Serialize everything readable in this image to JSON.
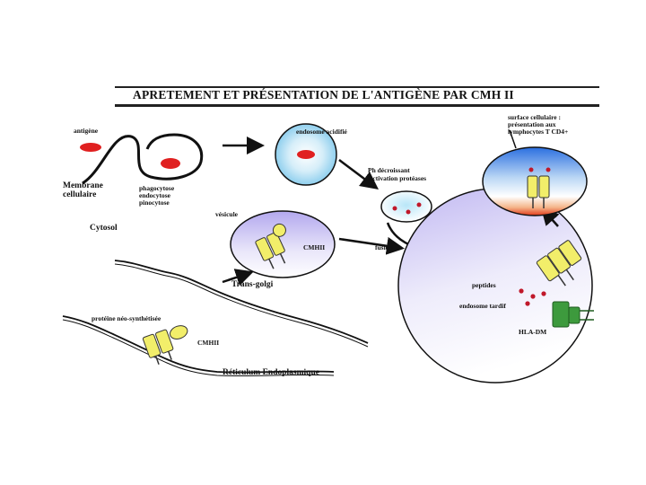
{
  "title": "APRETEMENT ET PRÉSENTATION DE L'ANTIGÈNE PAR CMH II",
  "labels": {
    "antigene": "antigène",
    "membrane_line1": "Membrane",
    "membrane_line2": "cellulaire",
    "phago_line1": "phagocytose",
    "phago_line2": "endocytose",
    "phago_line3": "pinocytose",
    "cytosol": "Cytosol",
    "endosome_acidifie": "endosome acidifié",
    "ph_line1": "Ph décroissant",
    "ph_line2": "Activation protéases",
    "surface_line1": "surface cellulaire :",
    "surface_line2": "présentation aux",
    "surface_line3": "lymphocytes T CD4+",
    "vesicule": "vésicule",
    "cmhii_vesicle": "CMHII",
    "fusion": "fusion",
    "trans_golgi": "Trans-golgi",
    "peptides": "peptides",
    "endosome_tardif": "endosome tardif",
    "hla_dm": "HLA-DM",
    "proteine": "protéine néo-synthétisée",
    "cmhii_er": "CMHII",
    "reticulum": "Réticulum  Endoplasmique"
  },
  "colors": {
    "antigen_red": "#e02020",
    "mhc_yellow": "#f2ee6a",
    "hla_dm_green": "#3d9a3d",
    "membrane_blue": "#a9dcf2",
    "late_endosome_lilac": "#c9c2f0"
  }
}
